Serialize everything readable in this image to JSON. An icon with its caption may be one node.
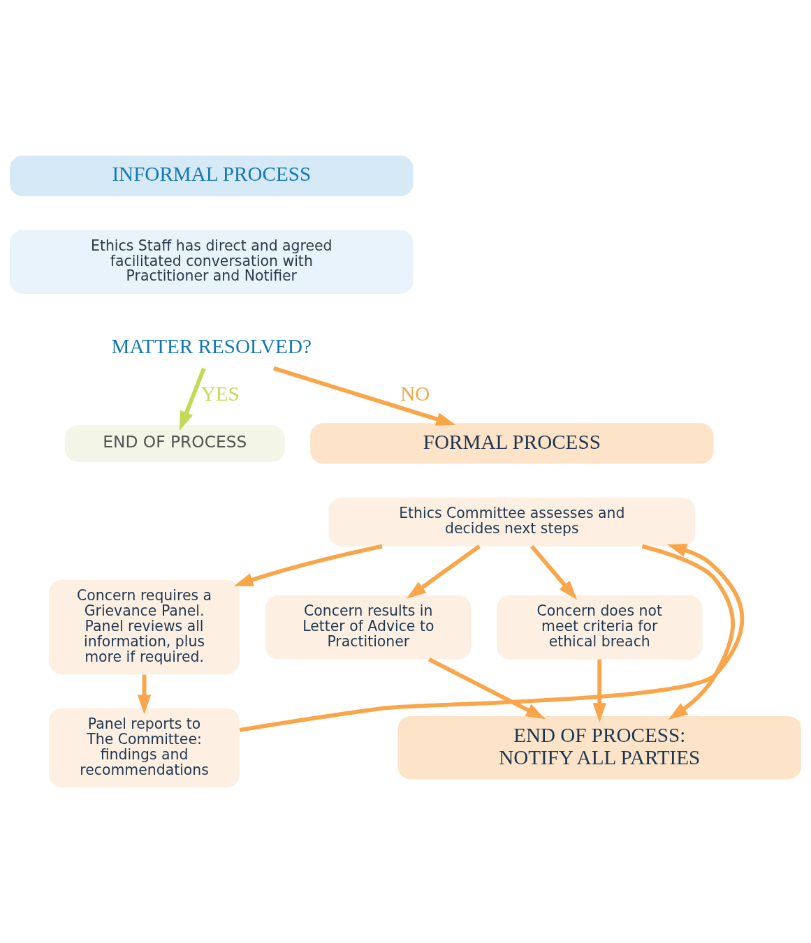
{
  "diagram": {
    "nodes": [
      {
        "text": [
          "INFORMAL PROCESS"
        ]
      },
      {
        "text": [
          "Ethics Staff has direct and agreed facilitated conversation with Practitioner and Notifier"
        ]
      },
      {
        "text": [
          "MATTER RESOLVED?"
        ]
      },
      {
        "text": [
          "END OF PROCESS"
        ]
      },
      {
        "text": [
          "FORMAL PROCESS"
        ]
      },
      {
        "text": [
          "Ethics Committee assesses and decides next steps"
        ]
      },
      {
        "text": [
          "Concern requires a Grievance Panel. Panel reviews all information, plus more if required."
        ]
      },
      {
        "text": [
          "Concern results in Letter of Advice to Practitioner"
        ]
      },
      {
        "text": [
          "Concern does not meet criteria for ethical breach"
        ]
      },
      {
        "text": [
          "Panel reports to The Committee: findings and recommendations"
        ]
      },
      {
        "text": [
          "END OF PROCESS: NOTIFY ALL PARTIES"
        ]
      }
    ],
    "edges": [
      {
        "from": 2,
        "to": 3,
        "arrow": "to",
        "label": "YES",
        "color": "#c5d957"
      },
      {
        "from": 2,
        "to": 4,
        "arrow": "to",
        "label": "NO"
      },
      {
        "from": 5,
        "to": 6,
        "arrow": "to"
      },
      {
        "from": 5,
        "to": 7,
        "arrow": "to"
      },
      {
        "from": 5,
        "to": 8,
        "arrow": "to"
      },
      {
        "from": 5,
        "to": 10,
        "arrow": "to"
      },
      {
        "from": 6,
        "to": 9,
        "arrow": "to"
      },
      {
        "from": 9,
        "to": 5,
        "arrow": "to"
      },
      {
        "from": 7,
        "to": 10,
        "arrow": "to"
      },
      {
        "from": 8,
        "to": 10,
        "arrow": "to"
      }
    ]
  }
}
